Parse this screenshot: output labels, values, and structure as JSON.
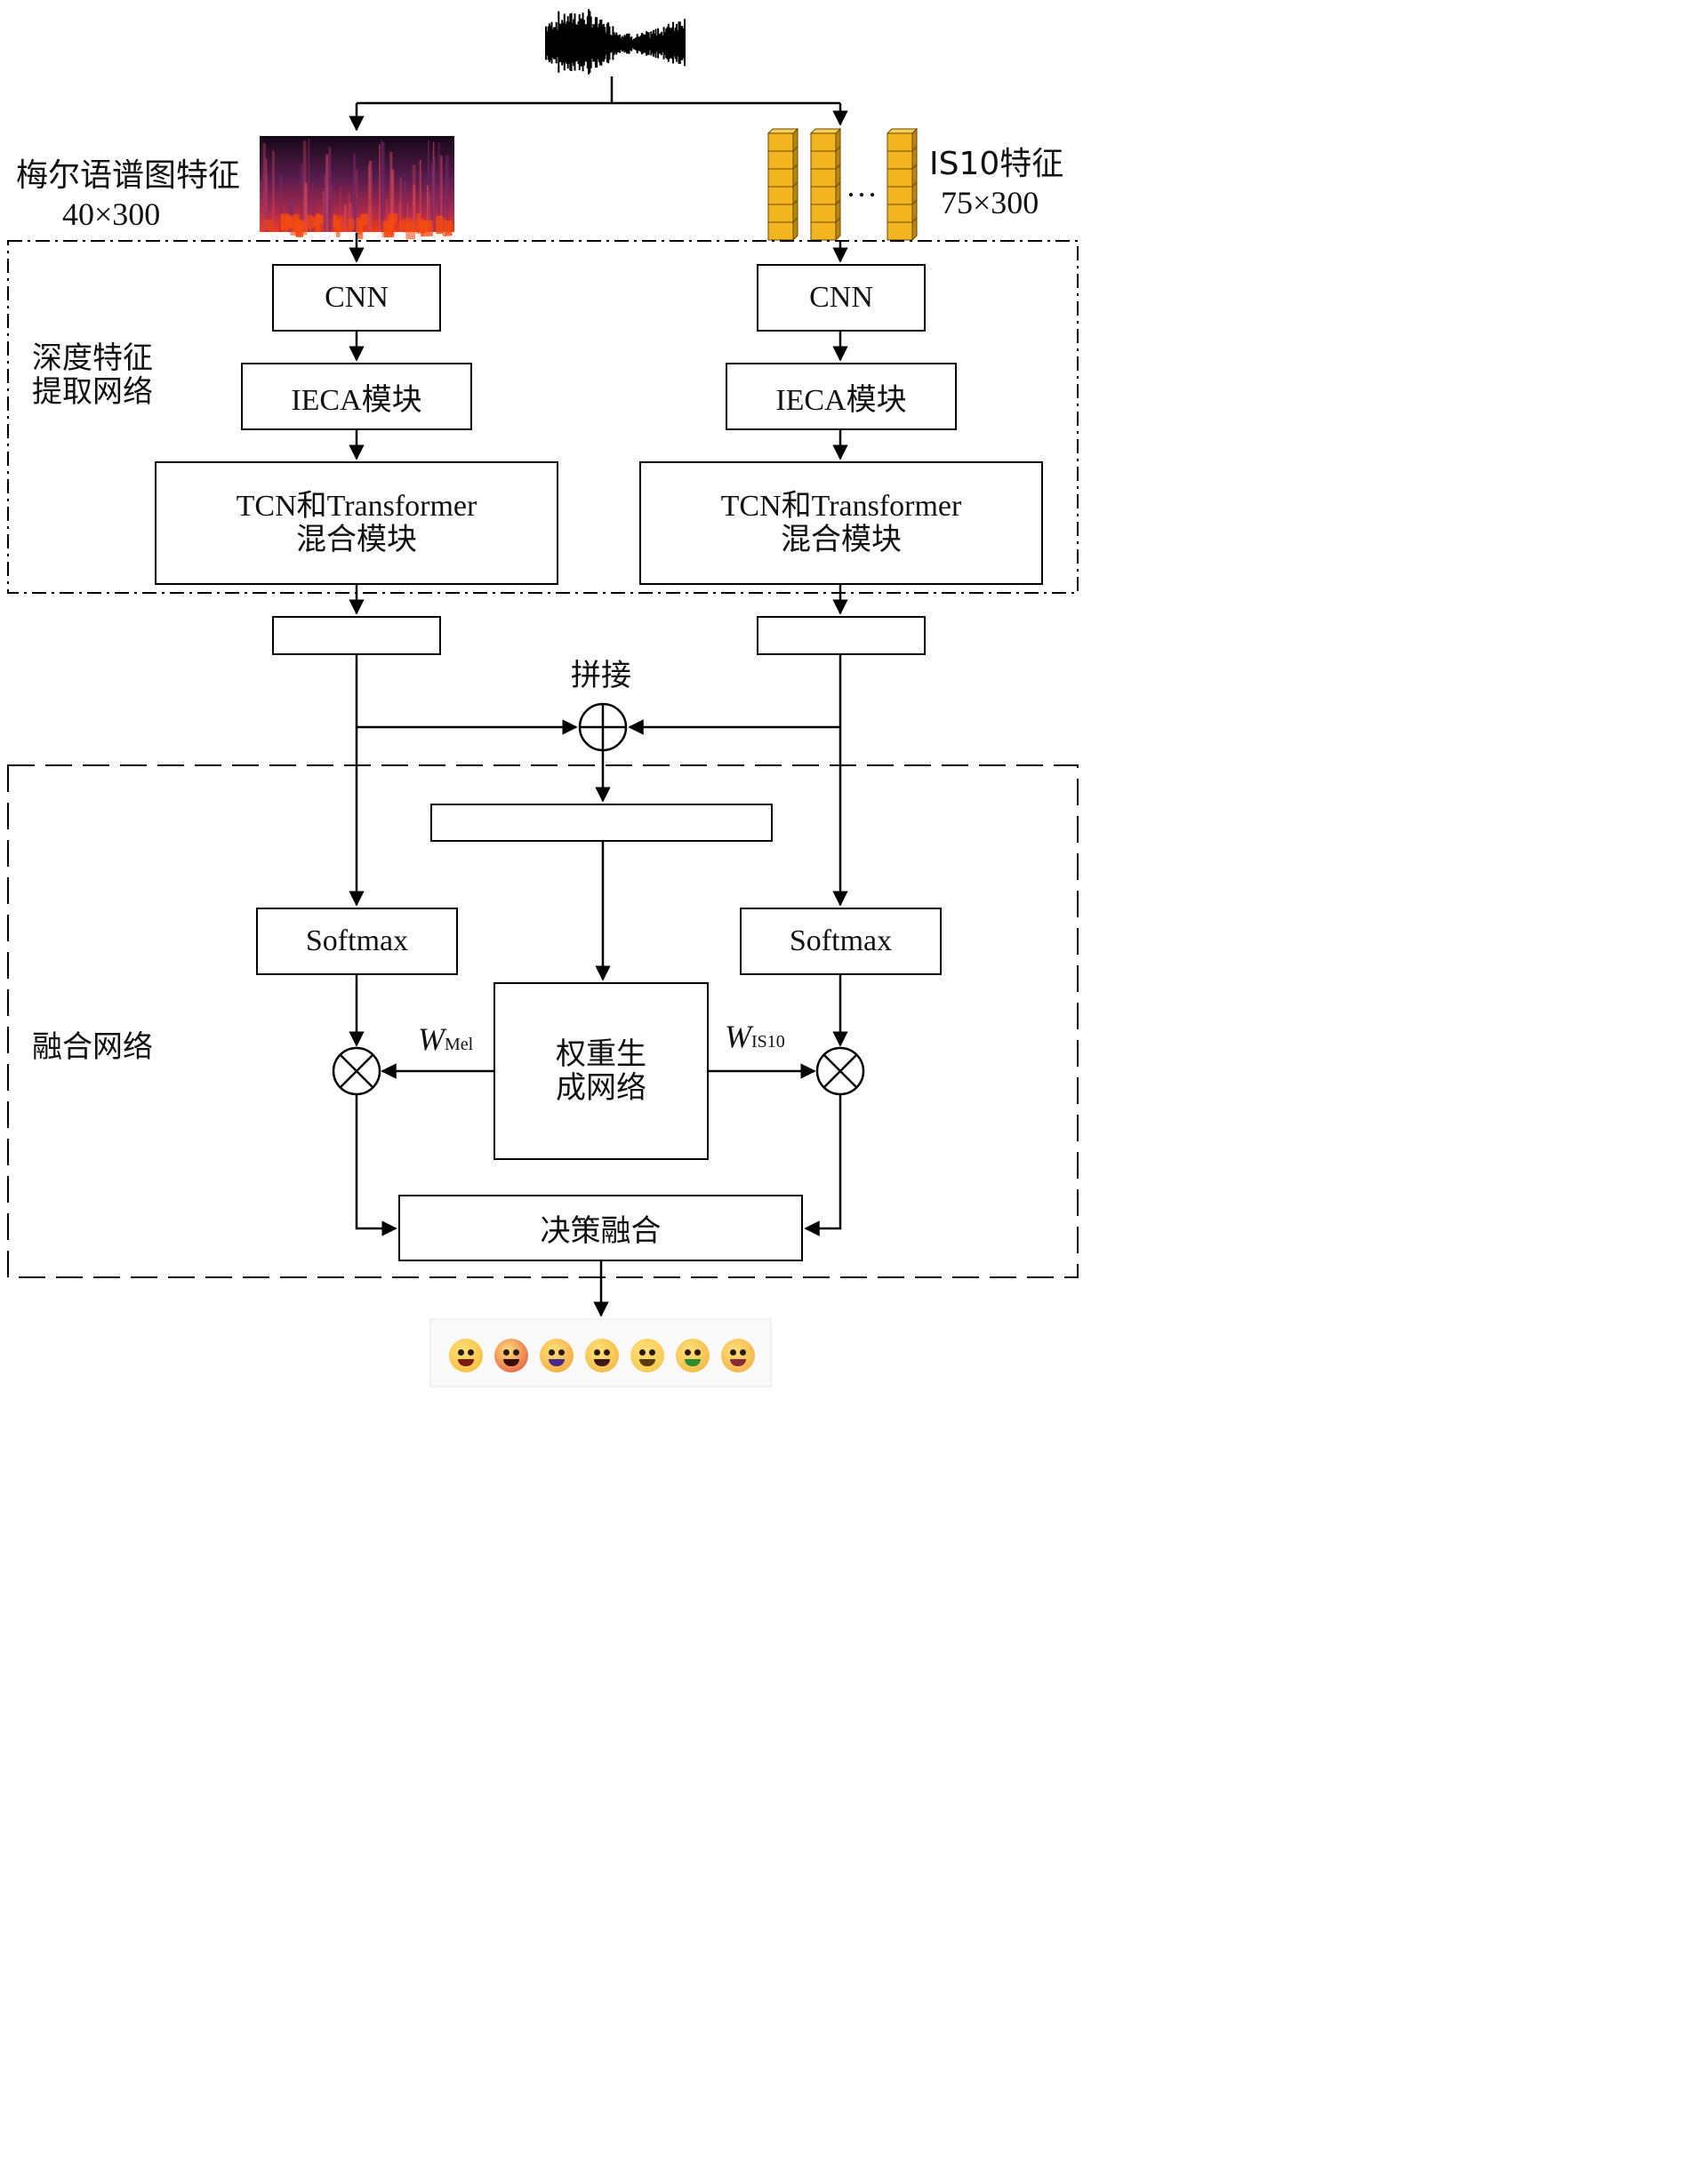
{
  "features": {
    "mel": {
      "name": "梅尔语谱图特征",
      "dims": "40×300"
    },
    "is10": {
      "name": "IS10特征",
      "dims": "75×300",
      "ellipsis": "…"
    }
  },
  "groups": {
    "deep": {
      "label": "深度特征\n提取网络"
    },
    "fusion": {
      "label": "融合网络"
    }
  },
  "modules": {
    "cnn": "CNN",
    "ieca": "IECA模块",
    "tcn": "TCN和Transformer\n混合模块",
    "softmax": "Softmax",
    "weight_net": "权重生\n成网络",
    "decision": "决策融合"
  },
  "fusion": {
    "concat_label": "拼接",
    "w_mel": {
      "base": "W",
      "sub": "Mel"
    },
    "w_is10": {
      "base": "W",
      "sub": "IS10"
    }
  },
  "colors": {
    "line": "#000000",
    "cube_face": "#f2b51f",
    "cube_dark": "#b8860b",
    "spectrogram_dark": "#1a0a1e",
    "spectrogram_hot": "#e8421a"
  },
  "output_emotions": [
    "happy-icon",
    "angry-icon",
    "sad-icon",
    "fear-icon",
    "neutral-icon",
    "disgust-icon",
    "surprise-icon"
  ]
}
